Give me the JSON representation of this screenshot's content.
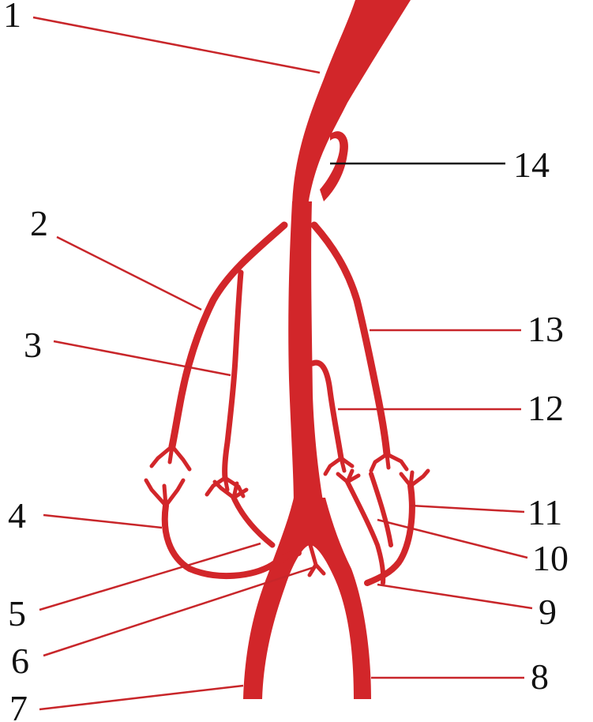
{
  "colors": {
    "vessel": "#d2262a",
    "leader_red": "#c8262a",
    "leader_black": "#111111",
    "label": "#111111",
    "background": "#ffffff"
  },
  "labels": {
    "l1": "1",
    "l2": "2",
    "l3": "3",
    "l4": "4",
    "l5": "5",
    "l6": "6",
    "l7": "7",
    "l8": "8",
    "l9": "9",
    "l10": "10",
    "l11": "11",
    "l12": "12",
    "l13": "13",
    "l14": "14"
  }
}
